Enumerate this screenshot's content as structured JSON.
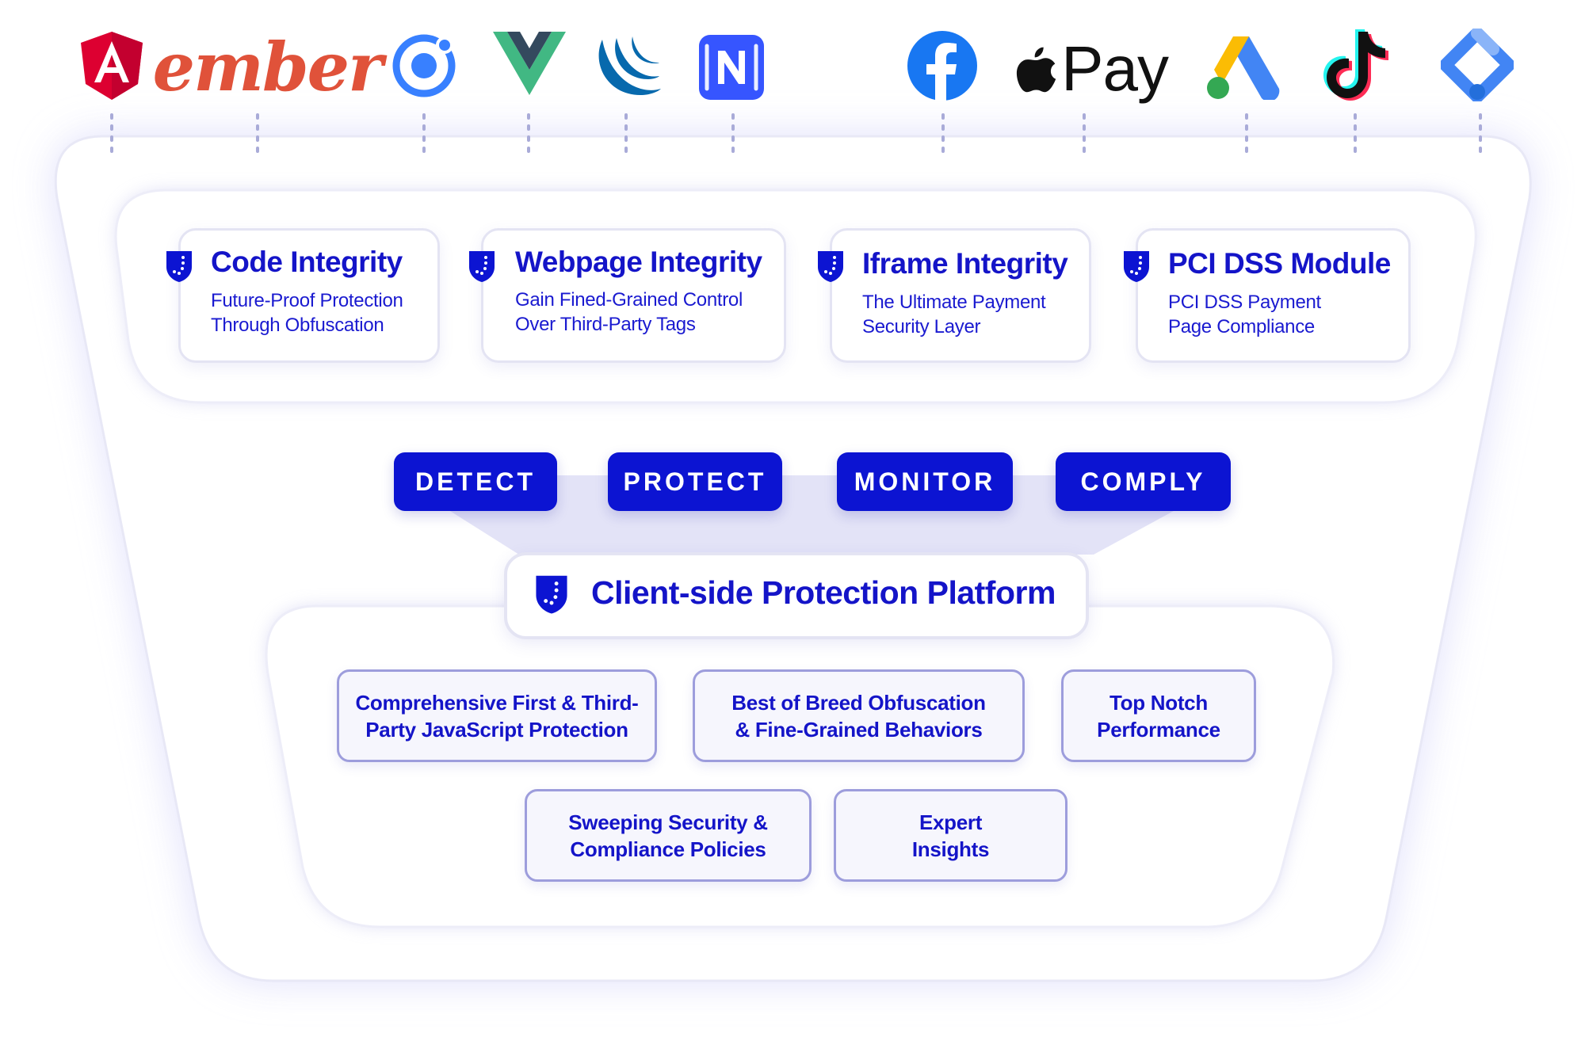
{
  "logos": [
    {
      "id": "angular",
      "icon": "angular-logo-icon",
      "color": "#dd0031",
      "letter": "A"
    },
    {
      "id": "ember",
      "icon": "ember-logo",
      "color": "#e0523a",
      "text": "ember"
    },
    {
      "id": "ionic",
      "icon": "ionic-logo-icon",
      "color": "#3880ff"
    },
    {
      "id": "vue",
      "icon": "vue-logo-icon",
      "color": "#41b883"
    },
    {
      "id": "jquery",
      "icon": "jquery-logo-icon",
      "color": "#0769ad"
    },
    {
      "id": "nativescript",
      "icon": "nativescript-logo-icon",
      "color": "#3655ff",
      "letter": "N"
    },
    {
      "id": "facebook",
      "icon": "facebook-logo-icon",
      "color": "#1877f2",
      "letter": "f"
    },
    {
      "id": "apple-pay",
      "icon": "apple-logo-icon",
      "color": "#111111",
      "text": "Pay"
    },
    {
      "id": "google-ads",
      "icon": "google-ads-logo-icon",
      "color": "#fbbc04"
    },
    {
      "id": "tiktok",
      "icon": "tiktok-logo-icon",
      "color": "#111111"
    },
    {
      "id": "google-tag-manager",
      "icon": "google-tag-manager-logo-icon",
      "color": "#4285f4"
    }
  ],
  "modules": [
    {
      "title": "Code Integrity",
      "desc": "Future-Proof Protection\nThrough Obfuscation"
    },
    {
      "title": "Webpage Integrity",
      "desc": "Gain Fined-Grained Control\nOver Third-Party Tags"
    },
    {
      "title": "Iframe Integrity",
      "desc": "The Ultimate Payment\nSecurity Layer"
    },
    {
      "title": "PCI DSS Module",
      "desc": "PCI DSS Payment\nPage Compliance"
    }
  ],
  "pills": [
    "DETECT",
    "PROTECT",
    "MONITOR",
    "COMPLY"
  ],
  "platform": {
    "title": "Client-side Protection Platform"
  },
  "features": [
    "Comprehensive First & Third-\nParty JavaScript Protection",
    "Best of Breed Obfuscation\n& Fine-Grained Behaviors",
    "Top Notch\nPerformance",
    "Sweeping Security &\nCompliance Policies",
    "Expert\nInsights"
  ],
  "colors": {
    "brand_blue": "#0c14d2",
    "text_blue": "#1414c8",
    "card_border": "#e4e4f3",
    "feature_border": "#9d9ddc",
    "connector_dots": "#a9abd8"
  }
}
